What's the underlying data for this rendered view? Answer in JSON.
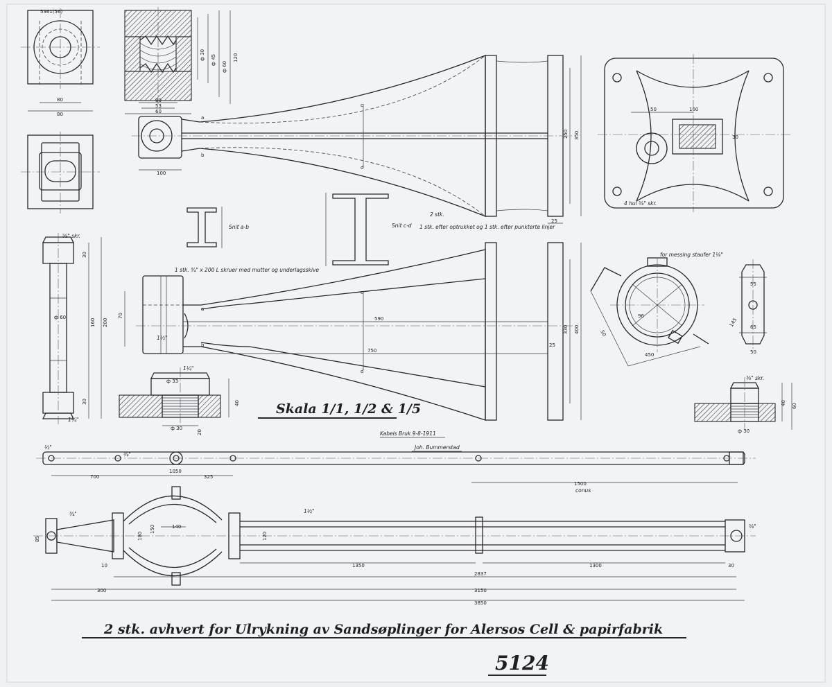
{
  "sheet": {
    "catalog_mark": "5361(56)",
    "title": "2 stk. avhvert for Ulrykning av Sandsøplinger for Alersos Cell & papirfabrik",
    "drawing_number": "5124",
    "scale": "Skala 1/1, 1/2 & 1/5",
    "signature_date": "Kabels Bruk 9-8-1911",
    "signature_name": "Joh. Bummerstad"
  },
  "notes": {
    "section_ab": "Snit a-b",
    "section_cd": "Snit c-d",
    "pieces_count": "2 stk.",
    "pieces_text": "1 stk. efter optrukket og 1 stk. efter punkterte linjer",
    "bolts_note": "1 stk. ¾\" x 200 L skruer med mutter og underlagsskive",
    "brass_cap": "for messing staufer 1⅛\"",
    "hole_note": "4 hul ⅝\" skr.",
    "bolt_label": "⅝\" skr.",
    "bolt_label_small": "⅜\" skr.",
    "cones": "conus"
  },
  "dimensions": {
    "box_w": "80",
    "box_w2": "80",
    "hole_d": "30",
    "thread_top": "80",
    "thread_mid": "60",
    "thread_inner": "53",
    "dia1": "ф 30",
    "dia2": "ф 33",
    "dia3": "ф 45",
    "dia4": "ф 60",
    "dim_120": "120",
    "dim_100": "100",
    "dim_250": "250",
    "dim_350": "350",
    "dim_25": "25",
    "dim_590": "590",
    "dim_750": "750",
    "dim_330": "330",
    "dim_400": "400",
    "dim_50": "50",
    "dim_200": "200",
    "dim_160": "160",
    "dim_30": "30",
    "dim_20": "20",
    "dim_150": "150",
    "dim_70": "70",
    "dim_65": "65",
    "dim_140": "140",
    "dim_450": "450",
    "dim_96": "96",
    "dim_300": "300",
    "dim_1500": "1500",
    "dim_1350": "1350",
    "dim_1300": "1300",
    "dim_2837": "2837",
    "dim_3150": "3150",
    "dim_3850": "3850",
    "dim_700": "700",
    "dim_1050": "1050",
    "dim_325": "325",
    "dim_85": "85",
    "dim_55": "55",
    "dim_40": "40",
    "dim_180": "180",
    "dim_145": "145",
    "dim_10": "10",
    "dim_60": "60",
    "dim_1_1_4": "1¼\"",
    "dim_3_4": "¾\"",
    "dim_1_2": "½\"",
    "dim_1_1_2": "1½\"",
    "dim_5_8": "⅝\""
  }
}
